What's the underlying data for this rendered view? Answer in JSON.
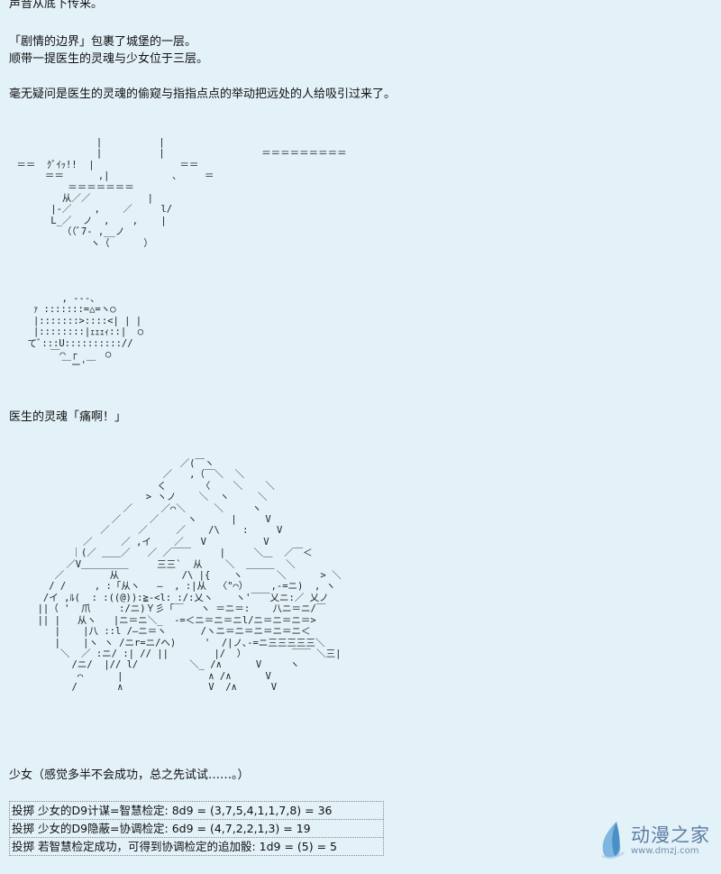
{
  "paragraphs": {
    "p1": "声音从底下传来。",
    "p2": "「剧情的边界」包裹了城堡的一层。",
    "p3": "顺带一提医生的灵魂与少女位于三层。",
    "p4": "毫无疑问是医生的灵魂的偷窥与指指点点的举动把远处的人给吸引过来了。",
    "p5": "医生的灵魂「痛啊！」",
    "p6": "少女（感觉多半不会成功，总之先试试……。）"
  },
  "ascii_art": {
    "art1": "               |          |\n               |          |                 ＝＝＝＝＝＝＝＝＝\n ＝＝  ｸﾞｲｯ!!  |               ＝＝\n      ＝＝      ,|           、    ＝\n          ＝＝＝＝＝＝＝\n         从／／          |\n       |-／    ,    ／     l/\n       L_／  ノ  ,    ,    |\n         （（ﾞ7- ,__ノ\n              ヽ（      ）",
    "art2": "        , ---、\n   ｧ :::::::=△=ヽ○\n   |:::::::>::::<| | |\n   |::::::::|ｪｪｪｨ::|  ○\n  てﾞ:::U:::::::::://\n      ￣⌒ ┌     ○\n        ￣ー'￣",
    "art3": "                              ／(￣ヽ\n                           ／   ,（￣＼  ＼\n                          く      〈    ＼    ＼\n                        > ヽノ    ＼  ヽ     ＼\n                    ／     ／⌒＼     ＼     ヽ\n                  ／     ／     ヽ      |     V\n                ／     ／     ／    /\\    :     V\n             ／     ／ ,イ    ／   V          V\n           ｜(／ ＿＿／   ／ ／￣￣     |     ＼＿  ／￣＜\n          ／V＿＿＿＿＿     三三`  从    ＼  ＿＿＿  ＼\n        ／        从           /\\ |{    ヽ      ＼      > ＼\n       / /     , :「从ヽ   ―  , :|从  〈\"⌒）    ,-=ニ)  , ヽ\n      /イ ,ﾙ(  : :((@)):≧-<l: :/:乂ヽ    ヽ'￣￣乂ニ:／ 乂ノ\n     ||（ '  爪     :/ニ)Ｙ彡「￣   ヽ ＝ニ＝:    八ニ＝ニ/￣\n     || |   从ヽ   |ニ＝ニ＼_  -=＜ニ＝ニ＝ニl/ニ＝ニ＝ニ＝>\n        |    |八 ::l /―ニ＝ヽ      /ヽニ＝ニ＝ニ＝ニ＝ニ＜\n        |    |ヽ ヽ /ニr=ニ/ヘ)     '  /|ノ､-=ニ三三三三三＼\n         ＼  ／ :ニ/ :| // ||        |/  ）        ￣￣ ＼三|\n           /ニ/  |// l/         ＼_ /∧      V     ヽ\n            ⌒      |               ∧ /∧      V\n           /       ∧               V  /∧      V"
  },
  "dice": {
    "line1": "投掷 少女的D9计谋=智慧检定: 8d9 = (3,7,5,4,1,1,7,8) = 36",
    "line2": "投掷 少女的D9隐蔽=协调检定: 6d9 = (4,7,2,2,1,3) = 19",
    "line3": "投掷 若智慧检定成功，可得到协调检定的追加骰: 1d9 = (5) = 5"
  },
  "watermark": {
    "title": "动漫之家",
    "url": "www.dmzj.com"
  },
  "colors": {
    "background": "#e3f1f9",
    "text": "#111111",
    "watermark": "#5d7fa1"
  }
}
